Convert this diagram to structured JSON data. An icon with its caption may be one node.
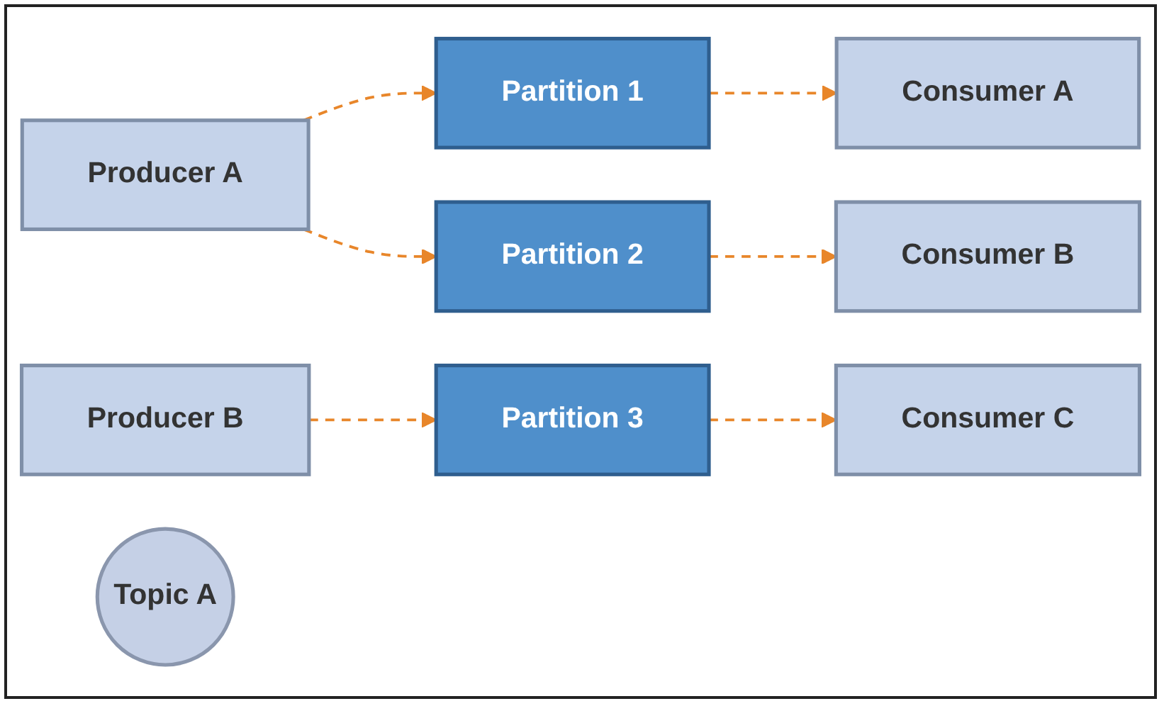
{
  "diagram": {
    "nodes": [
      {
        "text": [
          "Producer A"
        ]
      },
      {
        "text": [
          "Producer B"
        ]
      },
      {
        "text": [
          "Topic A"
        ]
      },
      {
        "text": [
          "Partition 1"
        ]
      },
      {
        "text": [
          "Partition 2"
        ]
      },
      {
        "text": [
          "Partition 3"
        ]
      },
      {
        "text": [
          "Consumer A"
        ]
      },
      {
        "text": [
          "Consumer B"
        ]
      },
      {
        "text": [
          "Consumer C"
        ]
      }
    ],
    "edges": [
      {
        "from": 0,
        "to": 3,
        "arrow": "to",
        "style": "dashed"
      },
      {
        "from": 0,
        "to": 4,
        "arrow": "to",
        "style": "dashed"
      },
      {
        "from": 1,
        "to": 5,
        "arrow": "to",
        "style": "dashed"
      },
      {
        "from": 3,
        "to": 6,
        "arrow": "to",
        "style": "dashed"
      },
      {
        "from": 4,
        "to": 7,
        "arrow": "to",
        "style": "dashed"
      },
      {
        "from": 5,
        "to": 8,
        "arrow": "to",
        "style": "dashed"
      }
    ]
  }
}
